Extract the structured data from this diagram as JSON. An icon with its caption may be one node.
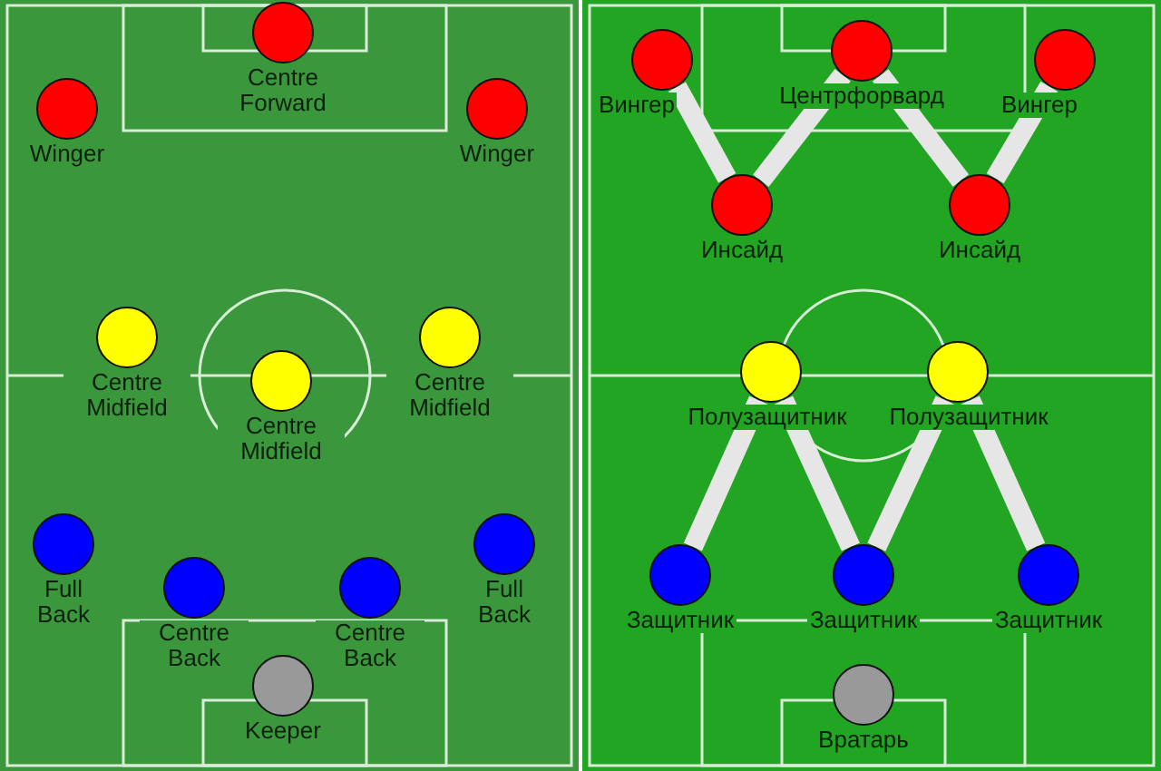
{
  "diagram": {
    "nodes": [
      {
        "text": [
          "Centre Forward"
        ]
      },
      {
        "text": [
          "Winger"
        ]
      },
      {
        "text": [
          "Winger"
        ]
      },
      {
        "text": [
          "Centre Midfield"
        ]
      },
      {
        "text": [
          "Centre Midfield"
        ]
      },
      {
        "text": [
          "Centre Midfield"
        ]
      },
      {
        "text": [
          "Full Back"
        ]
      },
      {
        "text": [
          "Centre Back"
        ]
      },
      {
        "text": [
          "Centre Back"
        ]
      },
      {
        "text": [
          "Full Back"
        ]
      },
      {
        "text": [
          "Keeper"
        ]
      },
      {
        "text": [
          "Вингер"
        ]
      },
      {
        "text": [
          "Центрфорвард"
        ]
      },
      {
        "text": [
          "Вингер"
        ]
      },
      {
        "text": [
          "Инсайд"
        ]
      },
      {
        "text": [
          "Инсайд"
        ]
      },
      {
        "text": [
          "Полузащитник"
        ]
      },
      {
        "text": [
          "Полузащитник"
        ]
      },
      {
        "text": [
          "Защитник"
        ]
      },
      {
        "text": [
          "Защитник"
        ]
      },
      {
        "text": [
          "Защитник"
        ]
      },
      {
        "text": [
          "Вратарь"
        ]
      }
    ],
    "edges": [
      {
        "from": 11,
        "to": 14,
        "arrow": "none"
      },
      {
        "from": 14,
        "to": 12,
        "arrow": "none"
      },
      {
        "from": 12,
        "to": 15,
        "arrow": "none"
      },
      {
        "from": 15,
        "to": 13,
        "arrow": "none"
      },
      {
        "from": 16,
        "to": 18,
        "arrow": "none"
      },
      {
        "from": 16,
        "to": 19,
        "arrow": "none"
      },
      {
        "from": 17,
        "to": 19,
        "arrow": "none"
      },
      {
        "from": 17,
        "to": 20,
        "arrow": "none"
      }
    ]
  }
}
